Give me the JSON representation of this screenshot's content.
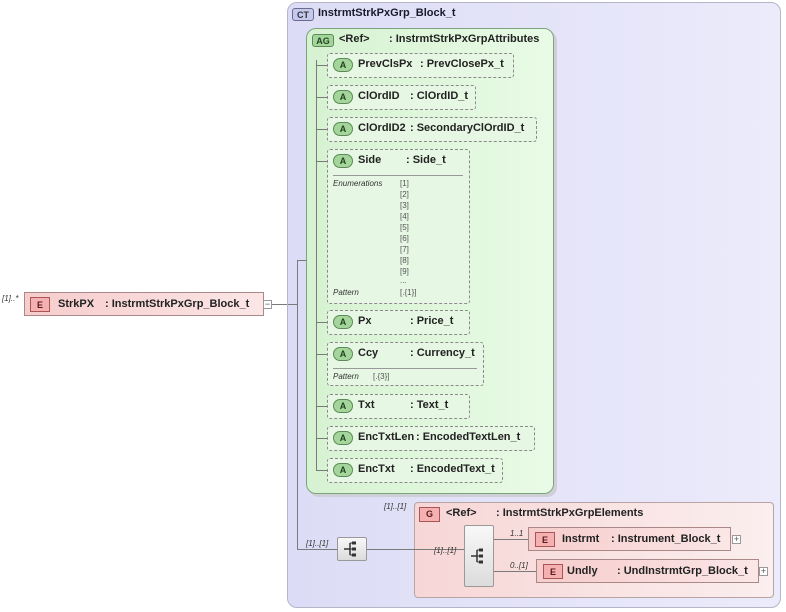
{
  "root_element": {
    "badge": "E",
    "name": "StrkPX",
    "type": ": InstrmtStrkPxGrp_Block_t",
    "cardinality": "[1]..*"
  },
  "complex_type": {
    "badge": "CT",
    "name": "InstrmtStrkPxGrp_Block_t"
  },
  "attribute_group": {
    "badge": "AG",
    "ref": "<Ref>",
    "name": ": InstrmtStrkPxGrpAttributes"
  },
  "attributes": [
    {
      "badge": "A",
      "name": "PrevClsPx",
      "type": ": PrevClosePx_t"
    },
    {
      "badge": "A",
      "name": "ClOrdID",
      "type": ": ClOrdID_t"
    },
    {
      "badge": "A",
      "name": "ClOrdID2",
      "type": ": SecondaryClOrdID_t"
    },
    {
      "badge": "A",
      "name": "Side",
      "type": ": Side_t"
    },
    {
      "badge": "A",
      "name": "Px",
      "type": ": Price_t"
    },
    {
      "badge": "A",
      "name": "Ccy",
      "type": ": Currency_t"
    },
    {
      "badge": "A",
      "name": "Txt",
      "type": ": Text_t"
    },
    {
      "badge": "A",
      "name": "EncTxtLen",
      "type": ": EncodedTextLen_t"
    },
    {
      "badge": "A",
      "name": "EncTxt",
      "type": ": EncodedText_t"
    }
  ],
  "side_facets": {
    "enum_label": "Enumerations",
    "enum_values": [
      "[1]",
      "[2]",
      "[3]",
      "[4]",
      "[5]",
      "[6]",
      "[7]",
      "[8]",
      "[9]",
      "..."
    ],
    "pattern_label": "Pattern",
    "pattern_value": "[.{1}]"
  },
  "ccy_facets": {
    "pattern_label": "Pattern",
    "pattern_value": "[.{3}]"
  },
  "sequence_cardinality": "[1]..[1]",
  "group": {
    "badge": "G",
    "ref": "<Ref>",
    "name": ": InstrmtStrkPxGrpElements",
    "cardinality": "[1]..[1]",
    "inner_cardinality": "[1]..[1]"
  },
  "group_elements": [
    {
      "badge": "E",
      "name": "Instrmt",
      "type": ": Instrument_Block_t",
      "cardinality": "1..1"
    },
    {
      "badge": "E",
      "name": "Undly",
      "type": ": UndInstrmtGrp_Block_t",
      "cardinality": "0..[1]"
    }
  ],
  "colors": {
    "complex_type_bg": "#dcdcf6",
    "attr_group_bg": "#d6f2d1",
    "element_bg": "#f6cccc"
  }
}
